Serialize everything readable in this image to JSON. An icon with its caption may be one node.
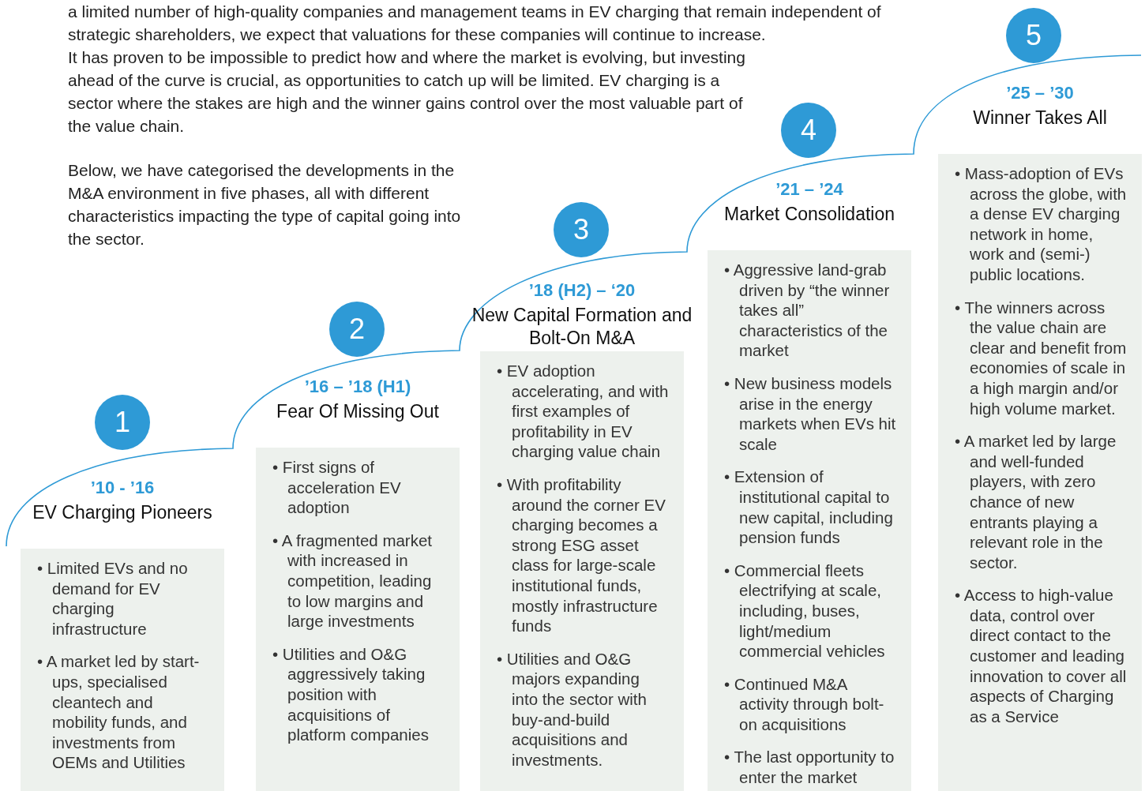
{
  "diagram": {
    "nodes": [
      {
        "text": [
          "1"
        ]
      },
      {
        "text": [
          "’10 - ’16",
          "EV Charging Pioneers",
          "• Limited EVs and no demand for EV charging infrastructure",
          "• A market led by start-ups, specialised cleantech and mobility funds, and investments from OEMs and Utilities"
        ]
      },
      {
        "text": [
          "2"
        ]
      },
      {
        "text": [
          "’16 – ’18 (H1)",
          "Fear Of Missing Out",
          "• First signs of acceleration EV adoption",
          "• A fragmented market with increased in competition, leading to low margins and large investments",
          "• Utilities and O&G aggressively taking position with acquisitions of platform companies"
        ]
      },
      {
        "text": [
          "3"
        ]
      },
      {
        "text": [
          "’18 (H2) – ‘20",
          "New Capital Formation and Bolt-On M&A",
          "• EV adoption accelerating, and with first examples of profitability in EV charging value chain",
          "• With profitability around the corner EV charging becomes a strong ESG asset class for large-scale institutional funds, mostly infrastructure funds",
          "• Utilities and O&G majors expanding into the sector with buy-and-build acquisitions and investments."
        ]
      },
      {
        "text": [
          "4"
        ]
      },
      {
        "text": [
          "’21 – ’24",
          "Market Consolidation",
          "• Aggressive land-grab driven by “the winner takes all” characteristics of the market",
          "• New business models arise in the energy markets when EVs hit scale",
          "• Extension of institutional capital to new capital, including pension funds",
          "• Commercial fleets electrifying at scale, including, buses, light/medium commercial vehicles",
          "• Continued M&A activity through bolt-on acquisitions",
          "• The last opportunity to enter the market"
        ]
      },
      {
        "text": [
          "5"
        ]
      },
      {
        "text": [
          "’25 – ’30",
          "Winner Takes All",
          "• Mass-adoption of EVs across the globe, with a dense EV charging network in home, work and (semi-) public locations.",
          "• The winners across the value chain are clear and benefit from economies of scale in a high margin and/or high volume market.",
          "• A market led by large and well-funded players, with zero chance of new entrants playing a relevant role in the sector.",
          "• Access to high-value data, control over direct contact to the customer and leading innovation to cover all aspects of Charging as a Service"
        ]
      }
    ],
    "edges": [],
    "labels": [
      "a limited number of high-quality companies and management teams in EV charging that remain independent of strategic shareholders, we expect that valuations for these companies will continue to increase.",
      "It has proven to be impossible to predict how and where the market is evolving, but investing ahead of the curve is crucial, as opportunities to catch up will be limited. EV charging is a sector where the stakes are high and the winner gains control over the most valuable part of the value chain.",
      "Below, we have categorised the developments in the M&A environment in five phases, all with different characteristics impacting the type of capital going into the sector."
    ]
  }
}
